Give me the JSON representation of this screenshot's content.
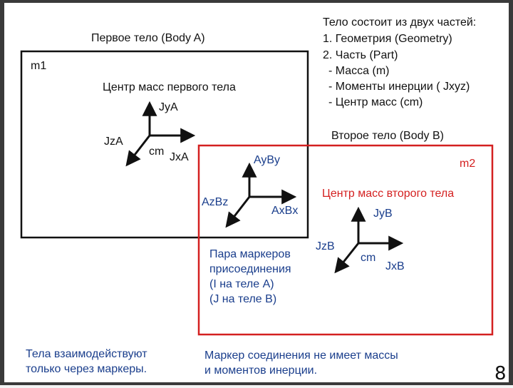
{
  "body_a": {
    "title": "Первое тело (Body A)",
    "mass_label": "m1",
    "center_title": "Центр масс первого тела",
    "axis_y": "JyA",
    "axis_z": "JzA",
    "axis_x": "JxA",
    "origin": "cm"
  },
  "composition": {
    "title": "Тело состоит из двух частей:",
    "lines": [
      "1. Геометрия (Geometry)",
      "2. Часть (Part)",
      "- Масса (m)",
      "- Моменты инерции ( Jxyz)",
      "- Центр масс (cm)"
    ]
  },
  "body_b": {
    "title": "Второе тело (Body B)",
    "mass_label": "m2",
    "center_title": "Центр масс второго тела",
    "axis_y": "JyB",
    "axis_z": "JzB",
    "axis_x": "JxB",
    "origin": "cm"
  },
  "marker": {
    "axis_y": "AyBy",
    "axis_z": "AzBz",
    "axis_x": "AxBx"
  },
  "marker_pair_note": {
    "lines": [
      "Пара маркеров",
      "присоединения",
      "(I на теле A)",
      "(J на теле B)"
    ]
  },
  "bottom_left_note": {
    "lines": [
      "Тела взаимодействуют",
      "только через маркеры."
    ]
  },
  "bottom_right_note": {
    "lines": [
      "Маркер соединения не имеет массы",
      "и моментов инерции."
    ]
  },
  "page_number": "8",
  "colors": {
    "body_a_frame": "#111111",
    "body_b_frame": "#d42020",
    "note_text": "#1a3e8c",
    "body_b_center_title": "#d42020"
  }
}
